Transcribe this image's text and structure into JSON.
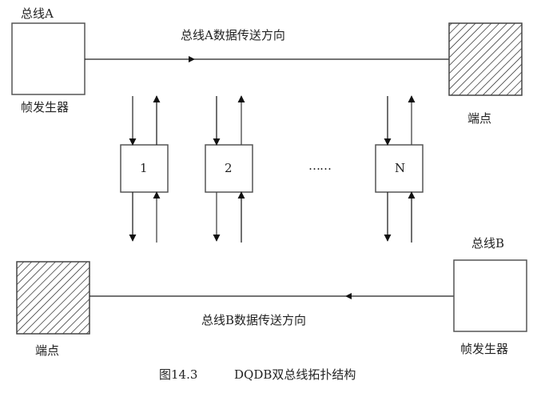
{
  "bus_a": {
    "name": "总线A",
    "generator_label": "帧发生器",
    "direction_label": "总线A数据传送方向",
    "terminal_label": "端点",
    "direction": "left-to-right"
  },
  "bus_b": {
    "name": "总线B",
    "generator_label": "帧发生器",
    "direction_label": "总线B数据传送方向",
    "terminal_label": "端点",
    "direction": "right-to-left"
  },
  "nodes": [
    {
      "label": "1"
    },
    {
      "label": "2"
    },
    {
      "label": "N"
    }
  ],
  "ellipsis": "……",
  "caption": {
    "figure_number": "图14.3",
    "title": "DQDB双总线拓扑结构"
  },
  "colors": {
    "line": "#222222",
    "box_border": "#555555"
  }
}
